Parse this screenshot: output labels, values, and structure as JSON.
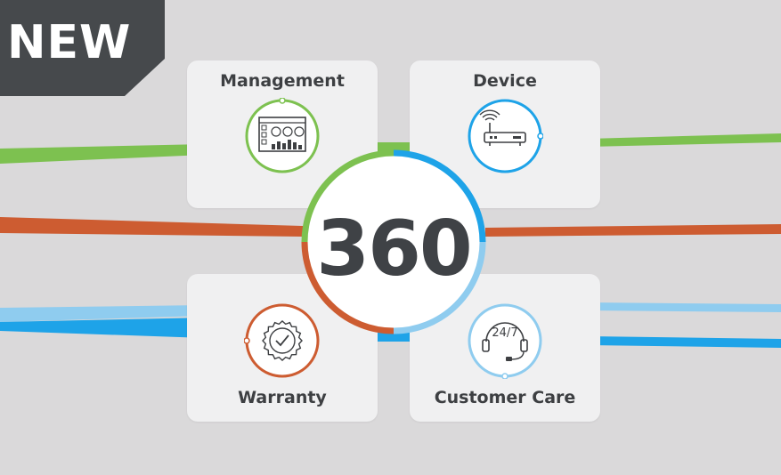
{
  "badge": {
    "label": "NEW",
    "color": "#46494c"
  },
  "hub": {
    "label": "360"
  },
  "cards": [
    {
      "title": "Management",
      "accent": "#7dc150",
      "icon": "dashboard-icon"
    },
    {
      "title": "Device",
      "accent": "#1ea3e8",
      "icon": "router-icon"
    },
    {
      "title": "Warranty",
      "accent": "#cd5c31",
      "icon": "seal-checkmark-icon"
    },
    {
      "title": "Customer Care",
      "accent": "#8fccef",
      "icon": "headset-icon",
      "icon_text": "24/7"
    }
  ],
  "colors": {
    "green": "#7dc150",
    "orange": "#cd5c31",
    "blue": "#1ea3e8",
    "light_blue": "#8fccef",
    "background": "#dad9da",
    "card": "#f0f0f1",
    "text": "#3d3f42"
  }
}
